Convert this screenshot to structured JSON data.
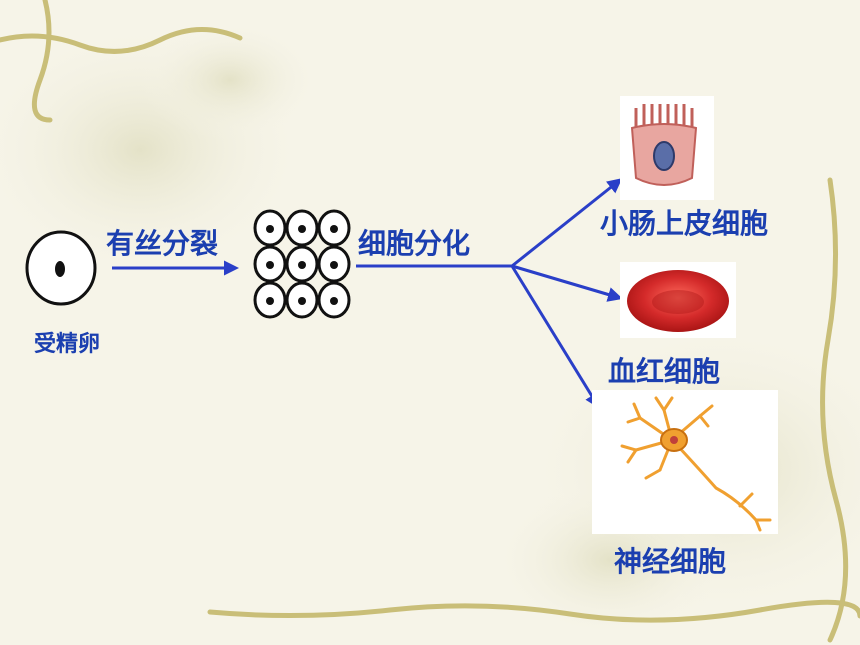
{
  "labels": {
    "fertilized_egg": "受精卵",
    "mitosis": "有丝分裂",
    "differentiation": "细胞分化",
    "intestinal_epithelial_cell": "小肠上皮细胞",
    "red_blood_cell": "血红细胞",
    "neuron": "神经细胞"
  },
  "colors": {
    "label": "#1b3fb0",
    "arrow": "#2a3fc8",
    "background": "#f6f4e8",
    "border_vine": "#c9be78",
    "epithelial": "#e8a6a0",
    "rbc": "#d42a2a",
    "neuron": "#f0a030"
  }
}
